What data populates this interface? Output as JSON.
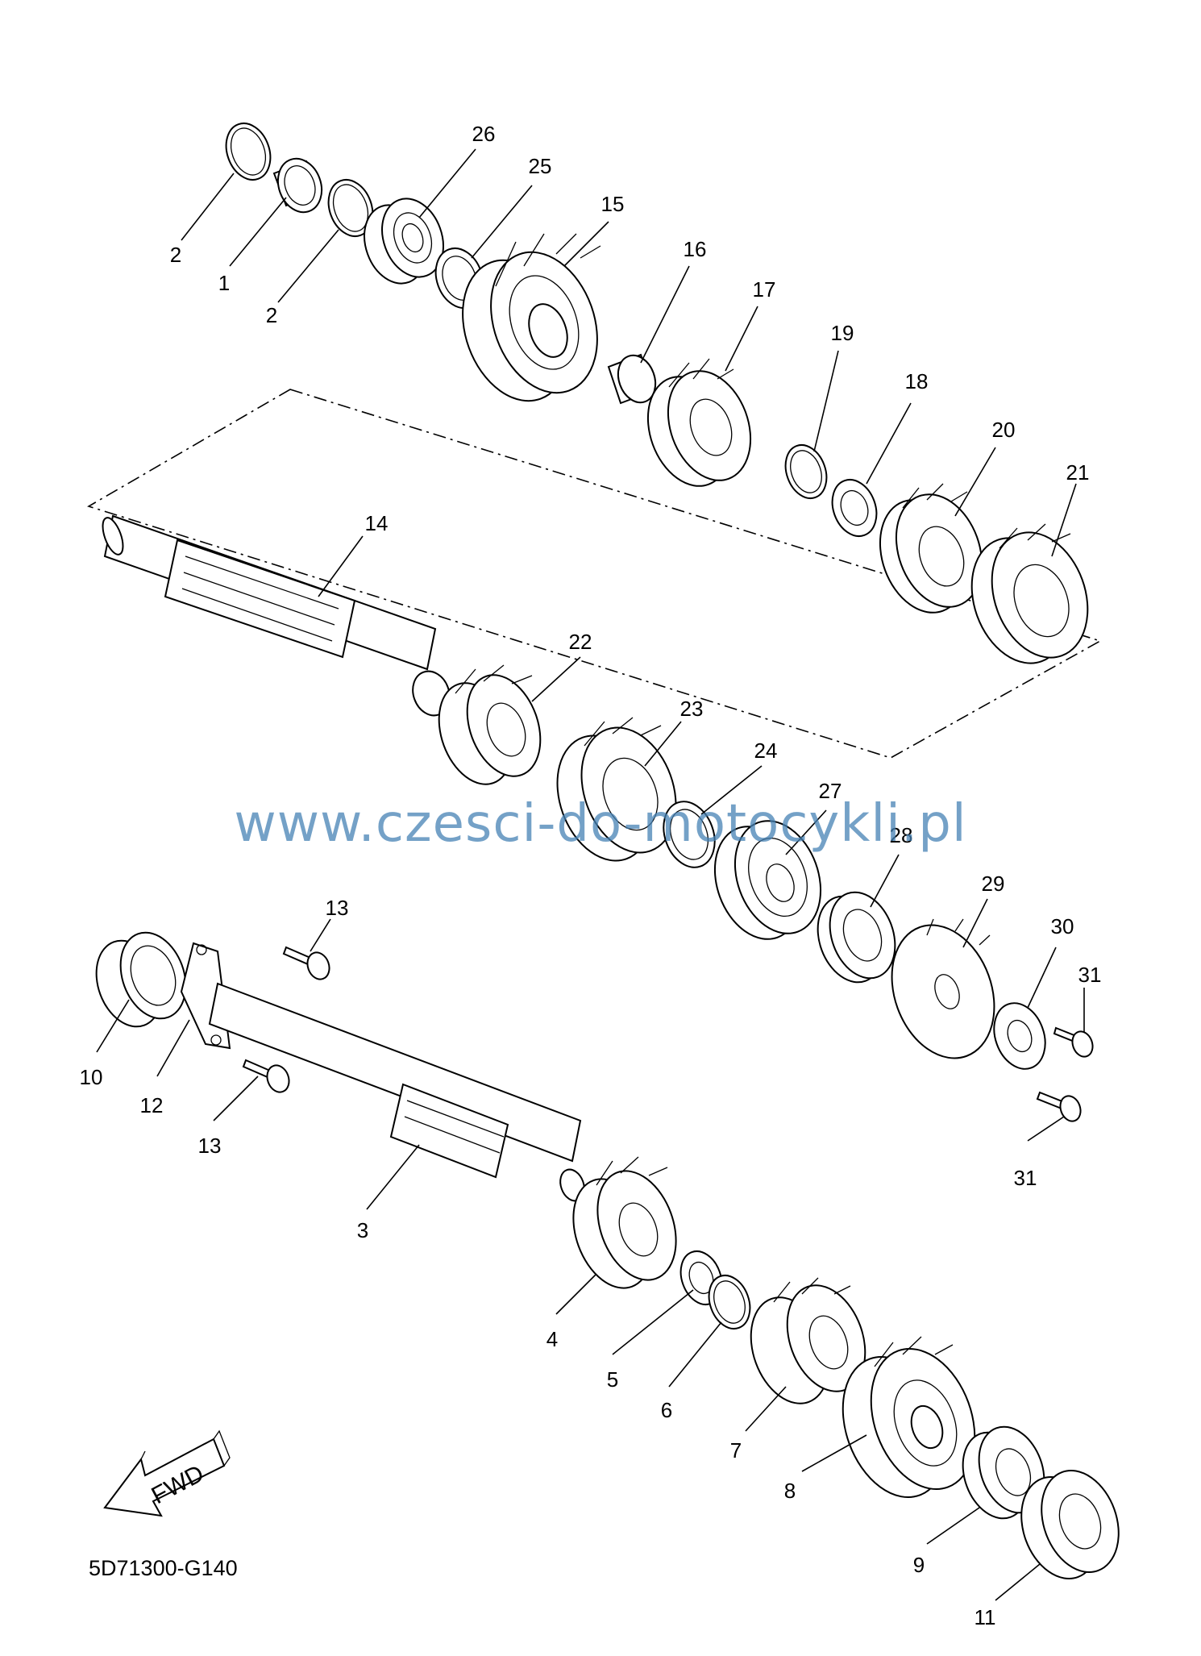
{
  "diagram": {
    "drawing_code": "5D71300-G140",
    "watermark": "www.czesci-do-motocykli.pl",
    "direction_label": "FWD",
    "callouts": {
      "c1": "1",
      "c2a": "2",
      "c2b": "2",
      "c3": "3",
      "c4": "4",
      "c5": "5",
      "c6": "6",
      "c7": "7",
      "c8": "8",
      "c9": "9",
      "c10": "10",
      "c11": "11",
      "c12": "12",
      "c13a": "13",
      "c13b": "13",
      "c14": "14",
      "c15": "15",
      "c16": "16",
      "c17": "17",
      "c18": "18",
      "c19": "19",
      "c20": "20",
      "c21": "21",
      "c22": "22",
      "c23": "23",
      "c24": "24",
      "c25": "25",
      "c26": "26",
      "c27": "27",
      "c28": "28",
      "c29": "29",
      "c30": "30",
      "c31a": "31",
      "c31b": "31"
    }
  }
}
